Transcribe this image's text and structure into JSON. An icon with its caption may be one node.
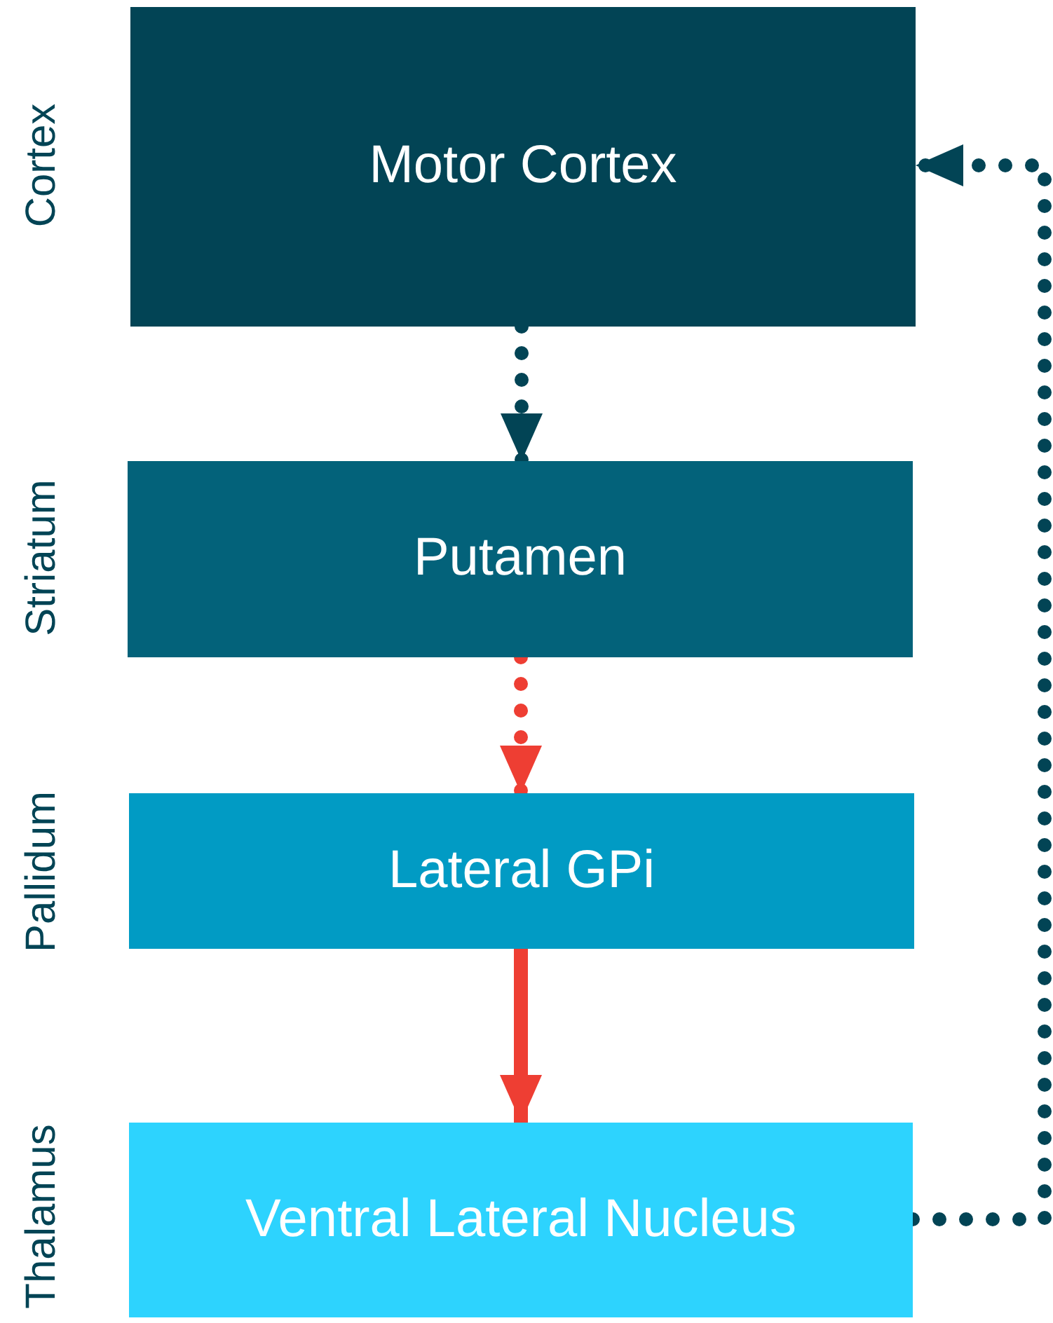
{
  "diagram": {
    "nodes": [
      {
        "text": [
          "Motor Cortex"
        ]
      },
      {
        "text": [
          "Putamen"
        ]
      },
      {
        "text": [
          "Lateral GPi"
        ]
      },
      {
        "text": [
          "Ventral Lateral Nucleus"
        ]
      }
    ],
    "edges": [
      {
        "from": 0,
        "to": 1,
        "arrow": "to",
        "style": "dashed",
        "color": "#024455"
      },
      {
        "from": 1,
        "to": 2,
        "arrow": "to",
        "style": "dashed",
        "color": "#ee3e33"
      },
      {
        "from": 2,
        "to": 3,
        "arrow": "to",
        "color": "#ee3e33"
      },
      {
        "from": 3,
        "to": 0,
        "arrow": "to",
        "style": "dashed",
        "color": "#024455"
      }
    ],
    "labels": [
      "Cortex",
      "Striatum",
      "Pallidum",
      "Thalamus"
    ]
  }
}
